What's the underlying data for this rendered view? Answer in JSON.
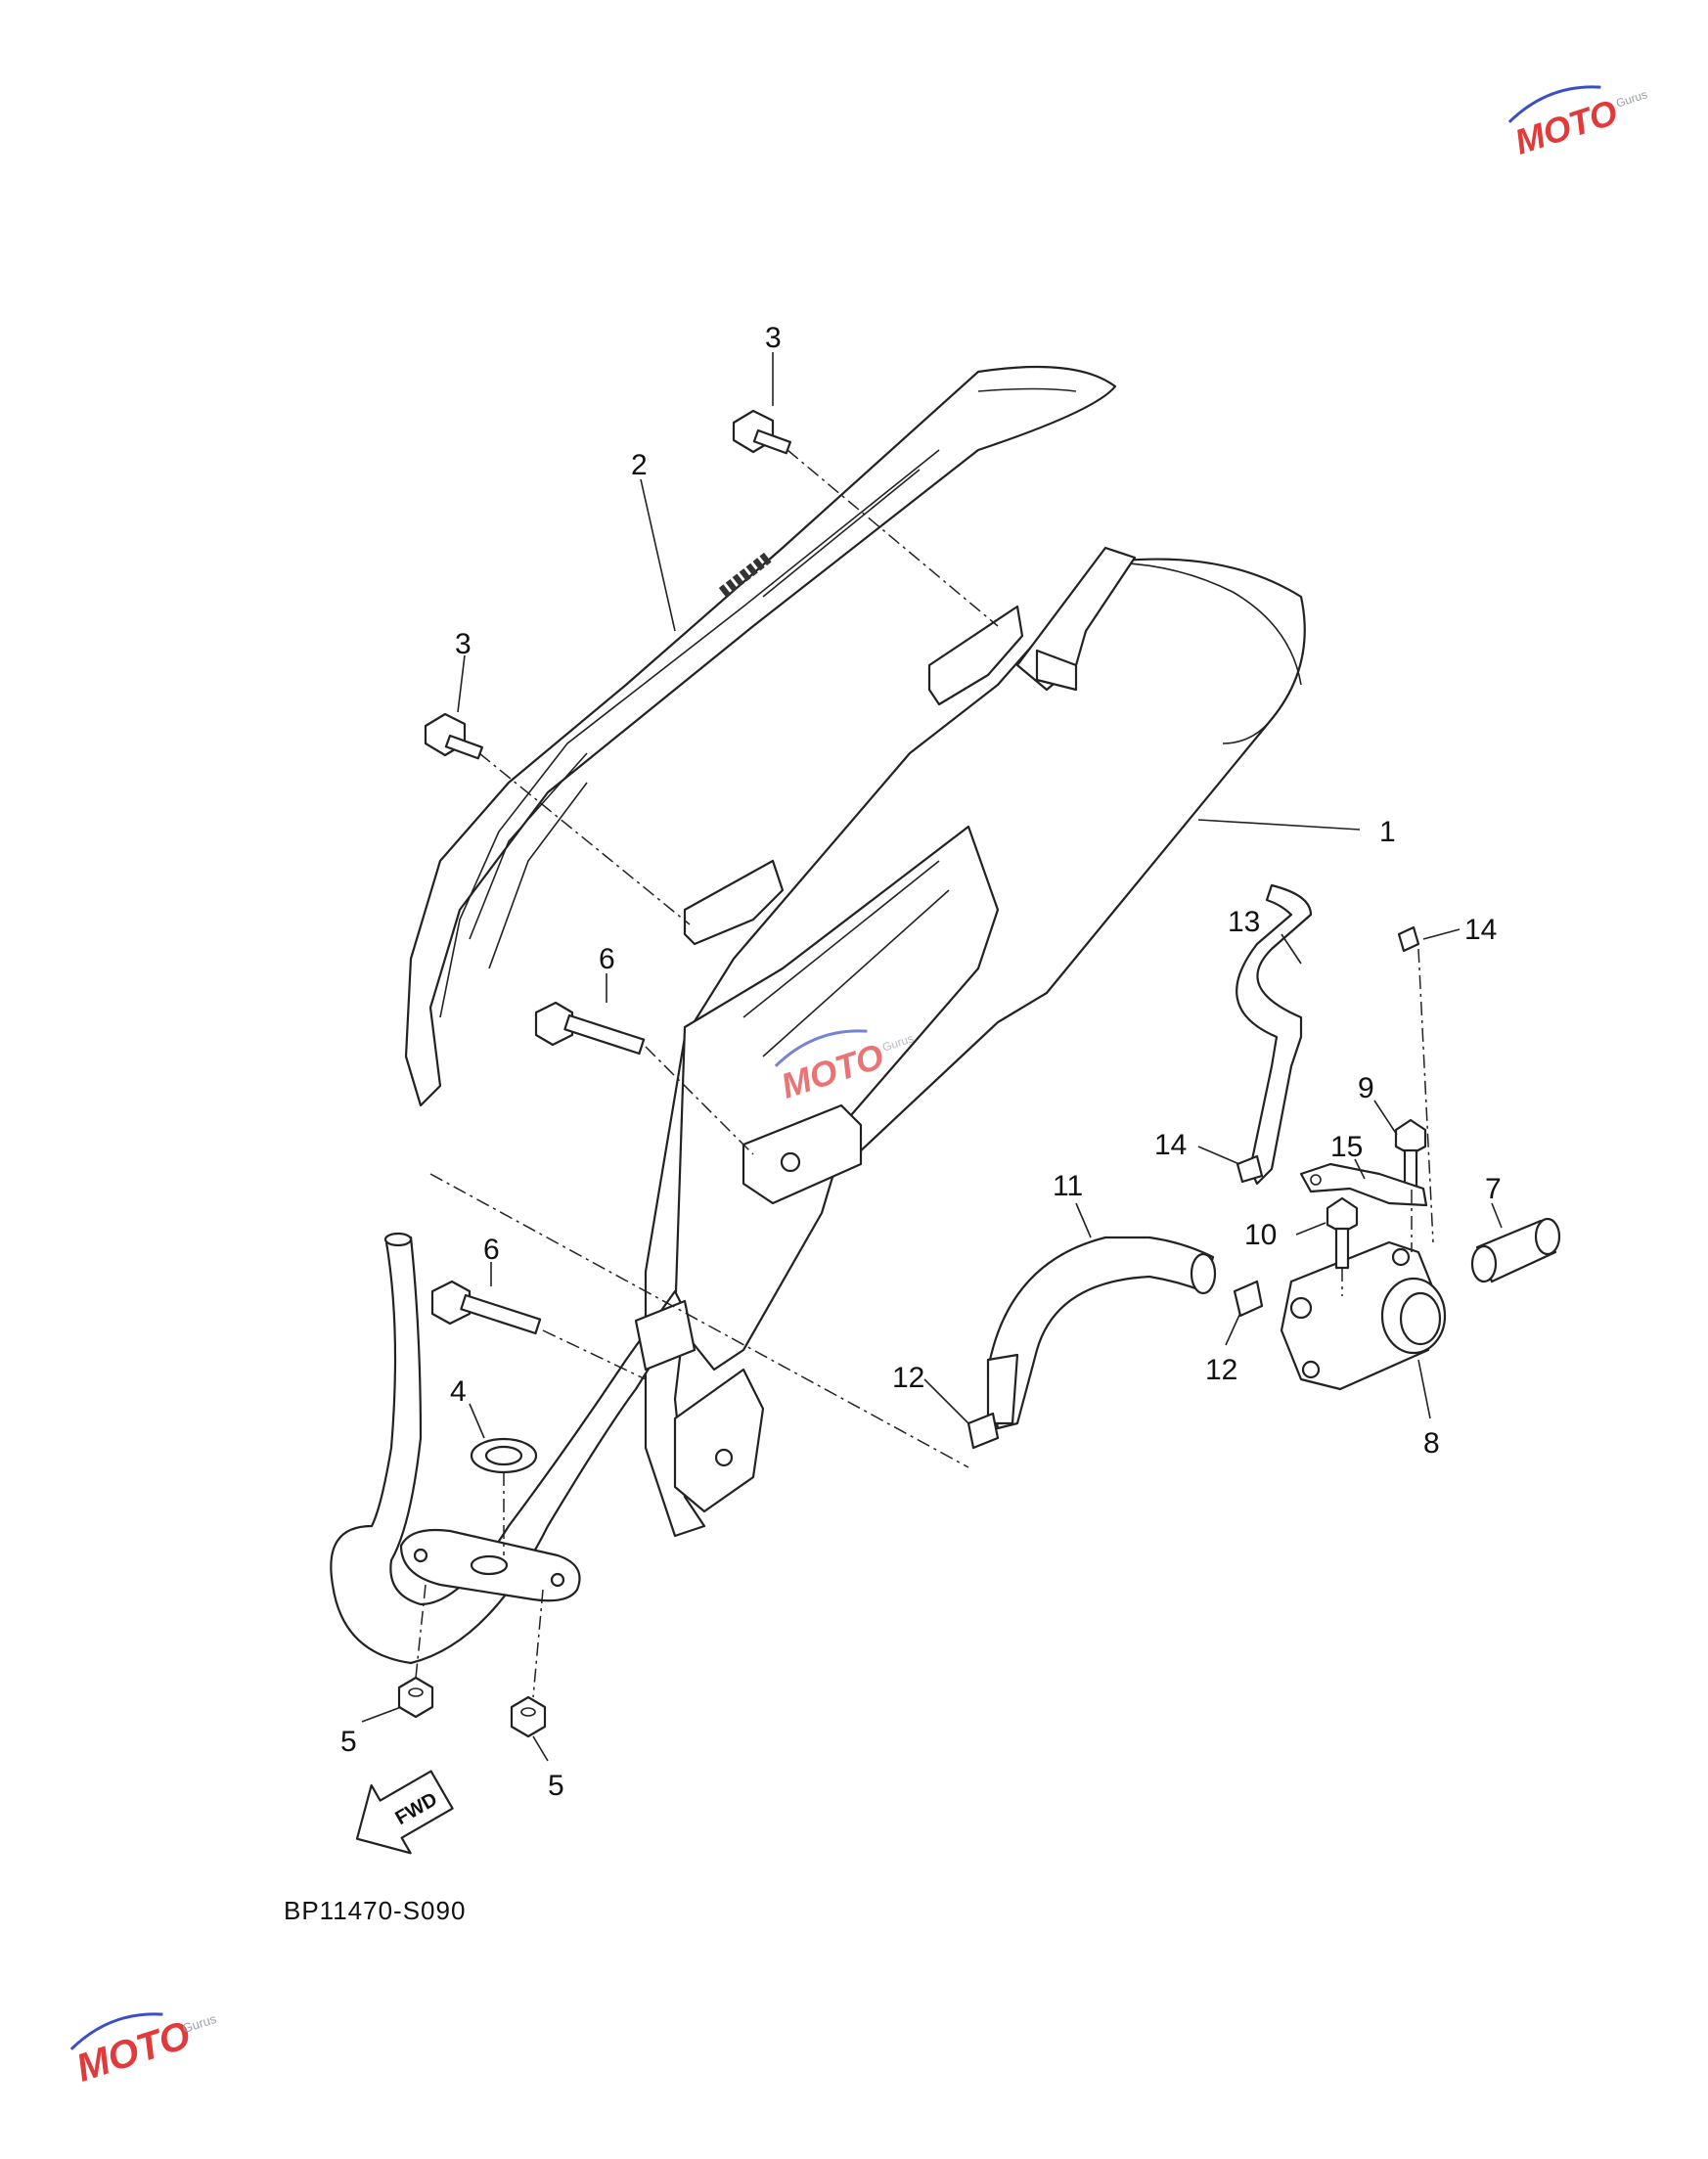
{
  "diagram": {
    "callouts": [
      {
        "id": "c1",
        "text": "1"
      },
      {
        "id": "c2",
        "text": "2"
      },
      {
        "id": "c3a",
        "text": "3"
      },
      {
        "id": "c3b",
        "text": "3"
      },
      {
        "id": "c4",
        "text": "4"
      },
      {
        "id": "c5a",
        "text": "5"
      },
      {
        "id": "c5b",
        "text": "5"
      },
      {
        "id": "c6a",
        "text": "6"
      },
      {
        "id": "c6b",
        "text": "6"
      },
      {
        "id": "c7",
        "text": "7"
      },
      {
        "id": "c8",
        "text": "8"
      },
      {
        "id": "c9",
        "text": "9"
      },
      {
        "id": "c10",
        "text": "10"
      },
      {
        "id": "c11",
        "text": "11"
      },
      {
        "id": "c12a",
        "text": "12"
      },
      {
        "id": "c12b",
        "text": "12"
      },
      {
        "id": "c13",
        "text": "13"
      },
      {
        "id": "c14a",
        "text": "14"
      },
      {
        "id": "c14b",
        "text": "14"
      },
      {
        "id": "c15",
        "text": "15"
      }
    ],
    "fwd_label": "FWD",
    "drawing_code": "BP11470-S090"
  },
  "watermark": {
    "text": "MOTO",
    "subtext": "Gurus",
    "colors": {
      "red": "#e23a3a",
      "blue": "#3b4fc4",
      "gray": "#9aa0aa"
    }
  }
}
